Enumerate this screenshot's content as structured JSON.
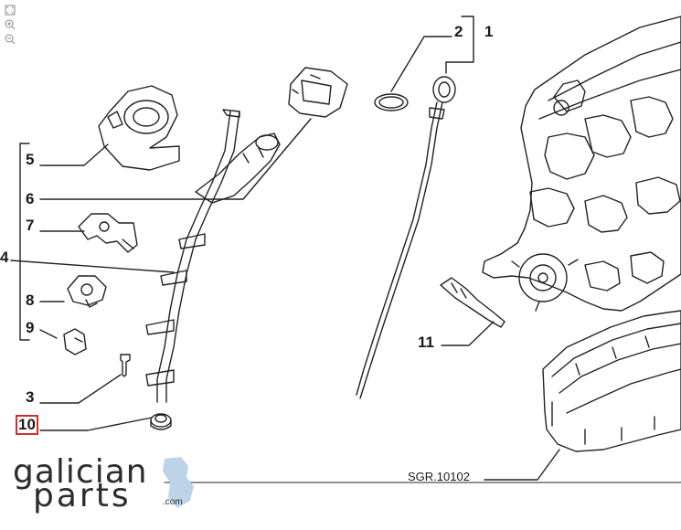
{
  "viewer_tools": [
    {
      "name": "fit-page",
      "icon": "fit-icon"
    },
    {
      "name": "zoom-in",
      "icon": "zoom-in-icon"
    },
    {
      "name": "zoom-out",
      "icon": "zoom-out-icon"
    }
  ],
  "callouts": {
    "c1": "1",
    "c2": "2",
    "c3": "3",
    "c4": "4",
    "c5": "5",
    "c6": "6",
    "c7": "7",
    "c8": "8",
    "c9": "9",
    "c10": "10",
    "c11": "11"
  },
  "highlighted_callout": "10",
  "highlight_color": "#d62b2b",
  "drawing_ref": "SGR.10102",
  "logo": {
    "word1": "galician",
    "word2": "parts",
    "suffix": ".com",
    "accent_color": "#bcd3ea"
  }
}
